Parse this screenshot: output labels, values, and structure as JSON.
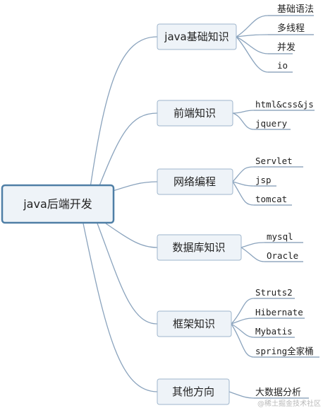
{
  "root": {
    "label": "java后端开发"
  },
  "branches": [
    {
      "id": "java-basics",
      "label": "java基础知识",
      "children": [
        "基础语法",
        "多线程",
        "并发",
        "io"
      ]
    },
    {
      "id": "frontend",
      "label": "前端知识",
      "children": [
        "html&css&js",
        "jquery"
      ]
    },
    {
      "id": "network",
      "label": "网络编程",
      "children": [
        "Servlet",
        "jsp",
        "tomcat"
      ]
    },
    {
      "id": "database",
      "label": "数据库知识",
      "children": [
        "mysql",
        "Oracle"
      ]
    },
    {
      "id": "framework",
      "label": "框架知识",
      "children": [
        "Struts2",
        "Hibernate",
        "Mybatis",
        "spring全家桶"
      ]
    },
    {
      "id": "other",
      "label": "其他方向",
      "children": [
        "大数据分析"
      ]
    }
  ],
  "watermark": "@稀土掘金技术社区"
}
